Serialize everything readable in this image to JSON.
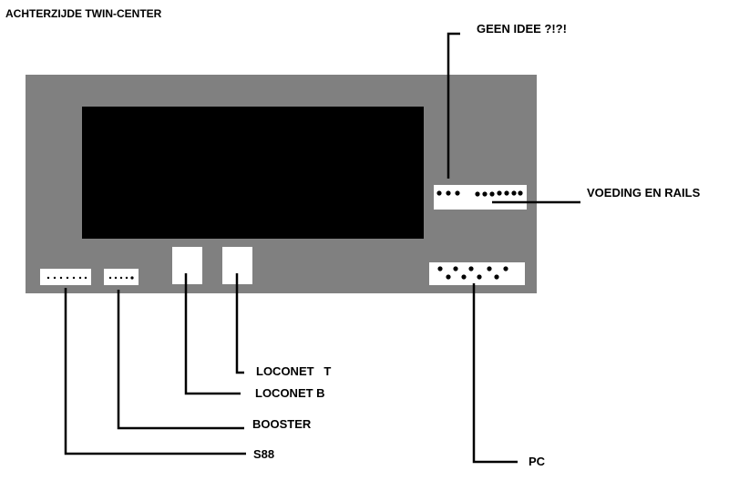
{
  "title": "ACHTERZIJDE TWIN-CENTER",
  "labels": {
    "unknown": "GEEN IDEE ?!?!",
    "power": "VOEDING EN RAILS",
    "loconet_t": "LOCONET   T",
    "loconet_b": "LOCONET B",
    "booster": "BOOSTER",
    "s88": "S88",
    "pc": "PC"
  },
  "colors": {
    "panel": "#808080",
    "screen": "#000000",
    "connector": "#ffffff",
    "line": "#000000"
  }
}
